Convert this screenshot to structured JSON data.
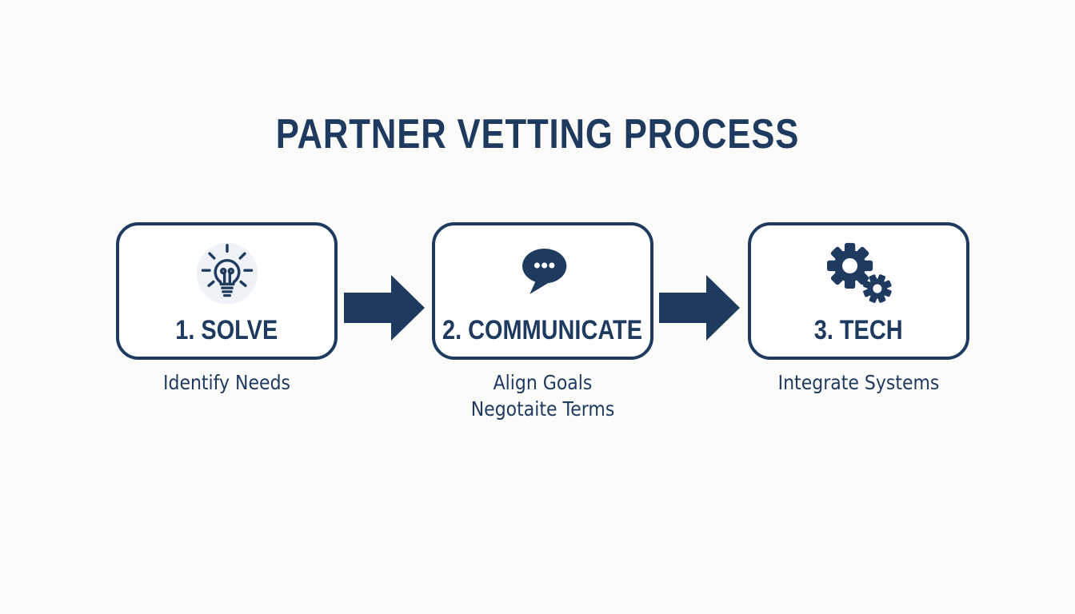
{
  "title": "PARTNER VETTING PROCESS",
  "steps": [
    {
      "label": "1. SOLVE",
      "icon": "lightbulb-icon",
      "captions": [
        "Identify Needs"
      ]
    },
    {
      "label": "2. COMMUNICATE",
      "icon": "speech-bubble-icon",
      "captions": [
        "Align Goals",
        "Negotaite Terms"
      ]
    },
    {
      "label": "3. TECH",
      "icon": "gears-icon",
      "captions": [
        "Integrate Systems"
      ]
    }
  ],
  "colors": {
    "navy": "#1e3a5f",
    "background": "#fbfbfa",
    "box_bg": "#ffffff",
    "icon_circle": "#eef1f5"
  }
}
